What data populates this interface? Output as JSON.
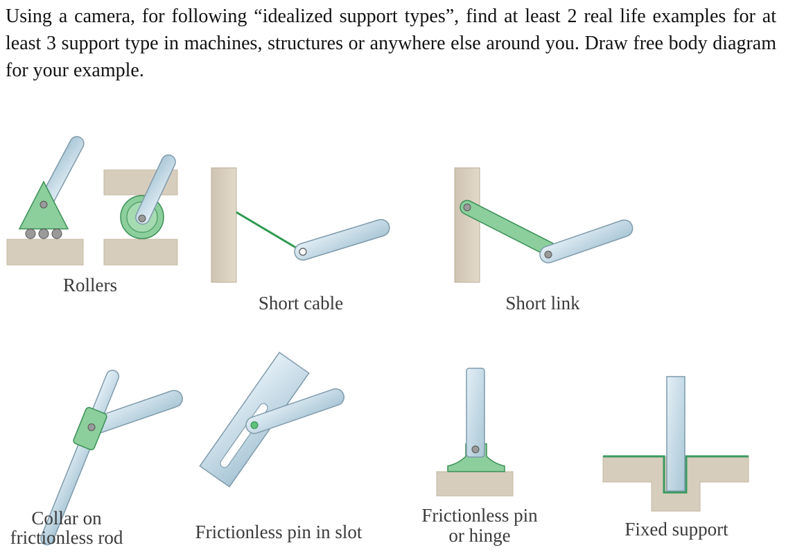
{
  "instructions": "Using a camera, for following “idealized support types”, find at least 2 real life examples for at least 3 support type in machines, structures or anywhere else around you. Draw free body diagram for your example.",
  "figures": {
    "rollers": {
      "caption": "Rollers"
    },
    "short_cable": {
      "caption": "Short cable"
    },
    "short_link": {
      "caption": "Short link"
    },
    "collar": {
      "caption_line1": "Collar on",
      "caption_line2": "frictionless rod"
    },
    "pin_in_slot": {
      "caption": "Frictionless pin in slot"
    },
    "pin_hinge": {
      "caption_line1": "Frictionless pin",
      "caption_line2": "or hinge"
    },
    "fixed_support": {
      "caption": "Fixed support"
    }
  },
  "colors": {
    "member_fill": "#bfd8e6",
    "member_stroke": "#7e9aab",
    "ground_fill": "#d7cdbd",
    "ground_stroke": "#b9ad98",
    "support_green": "#8ccf9c",
    "support_green_dark": "#3a8f55",
    "pin_fill": "#9a9a9a"
  }
}
